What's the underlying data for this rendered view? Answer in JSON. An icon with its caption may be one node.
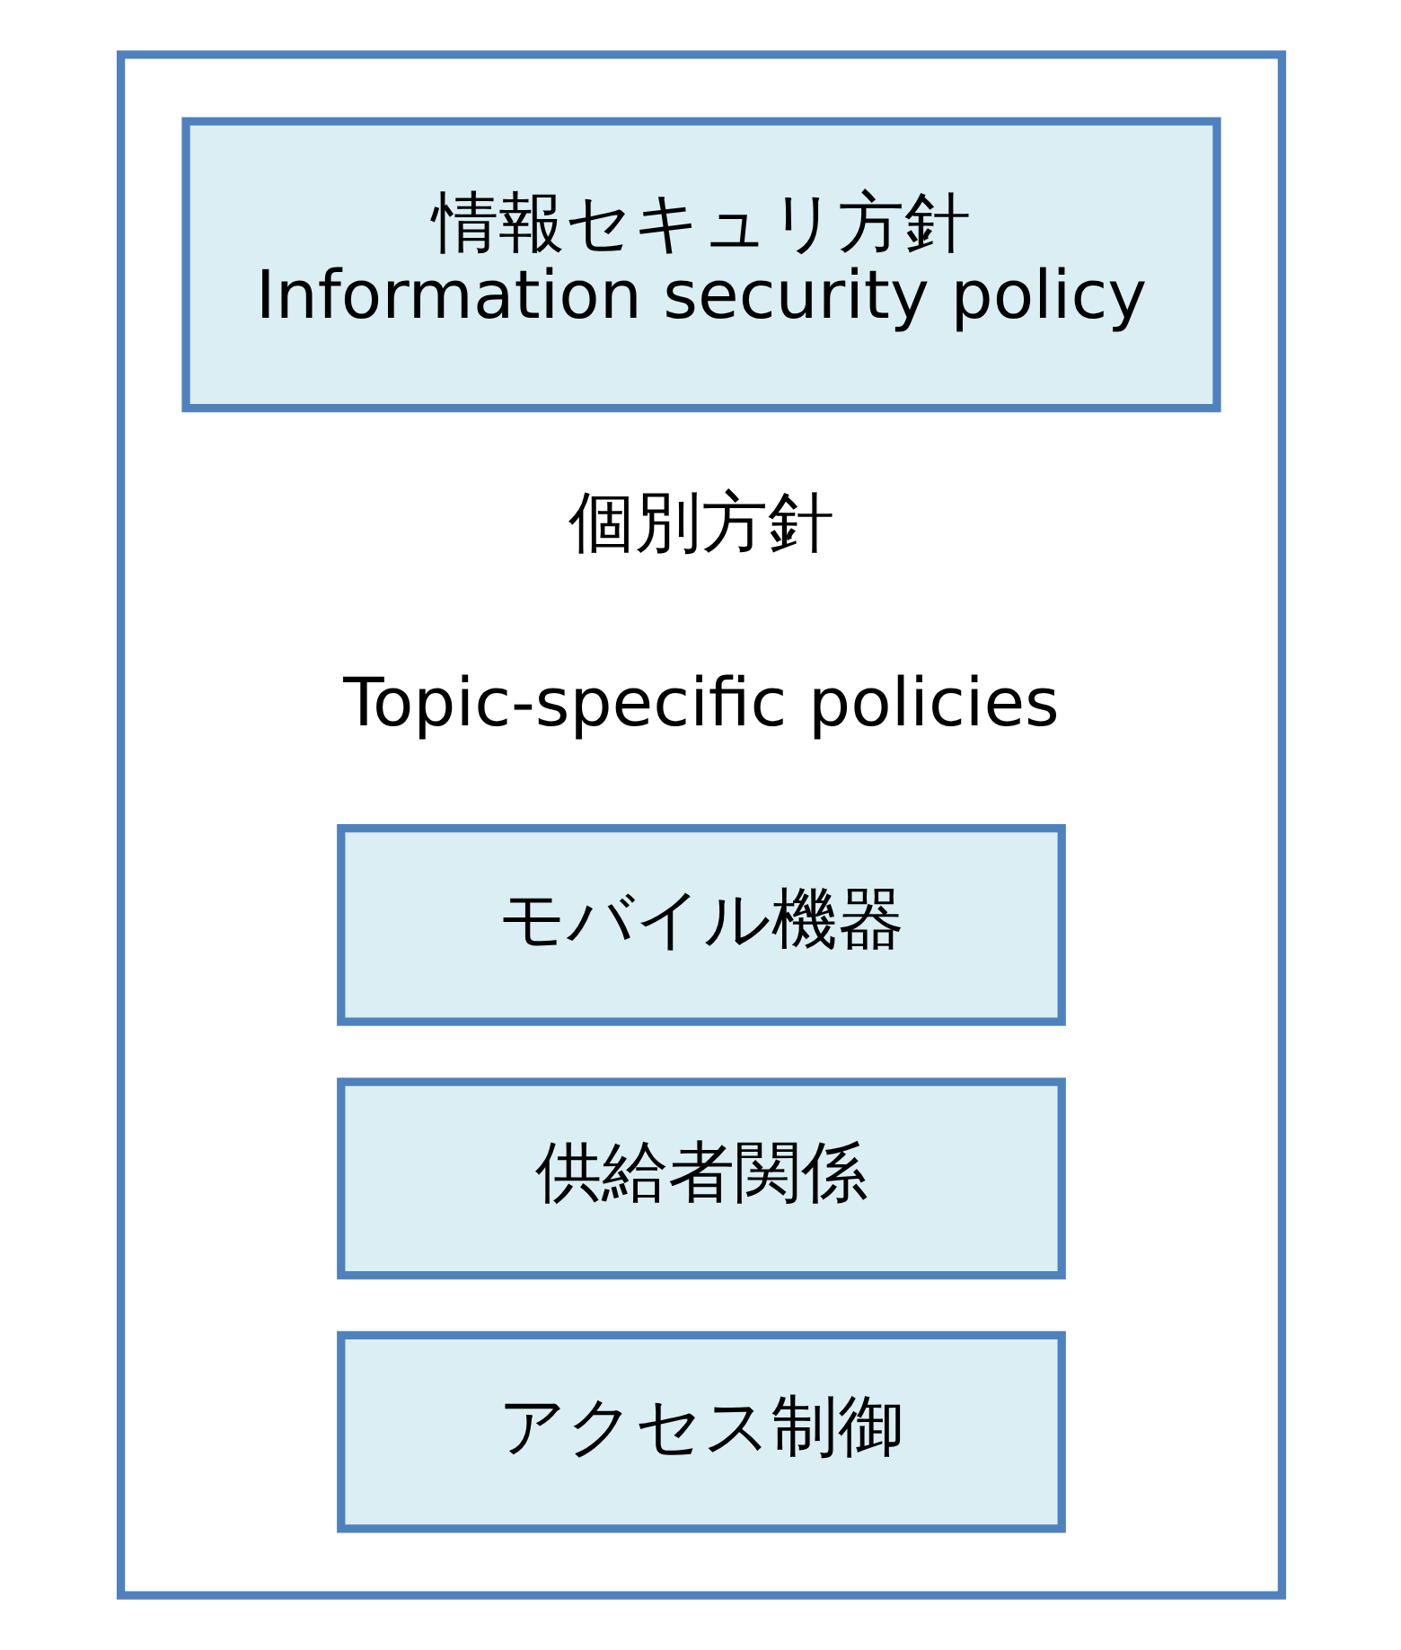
{
  "diagram": {
    "nodes": [
      {
        "text": [],
        "shape": "box"
      },
      {
        "text": [
          "情報セキュリ方針",
          "Information security policy"
        ],
        "in": 0
      },
      {
        "text": [
          "モバイル機器"
        ],
        "in": 0
      },
      {
        "text": [
          "供給者関係"
        ],
        "in": 0
      },
      {
        "text": [
          "アクセス制御"
        ],
        "in": 0
      }
    ],
    "edges": [],
    "labels": [
      "個別方針",
      "Topic-specific policies"
    ]
  }
}
